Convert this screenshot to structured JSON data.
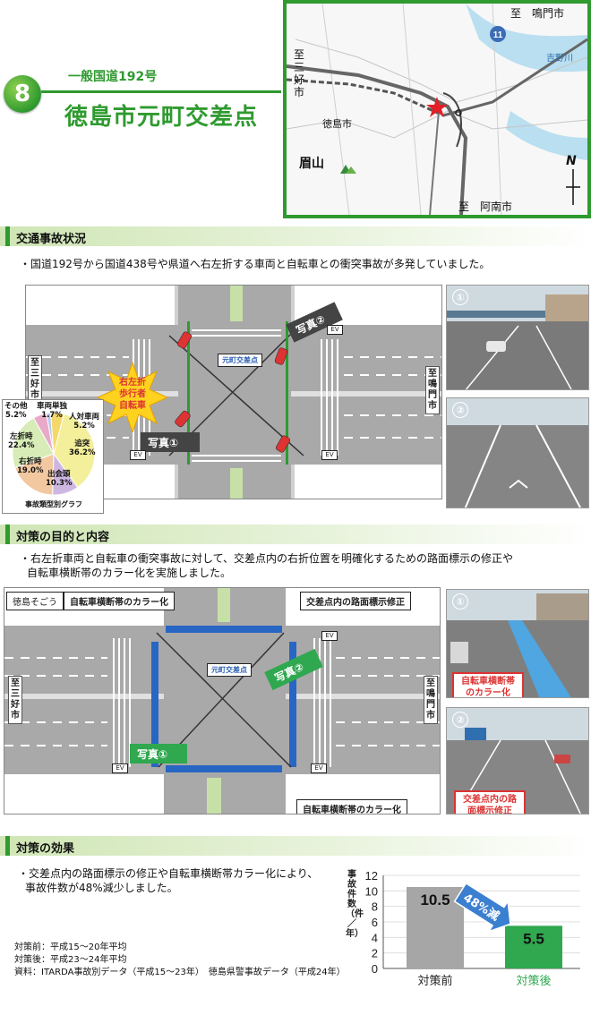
{
  "header": {
    "number": "8",
    "route": "一般国道192号",
    "title": "徳島市元町交差点"
  },
  "map": {
    "to_naruto": "至　鳴門市",
    "route_shield": "11",
    "river": "吉野川",
    "to_miyoshi": "至三好市",
    "city": "徳島市",
    "mountain": "眉山",
    "north": "N",
    "to_anan": "至　阿南市",
    "colors": {
      "marker": "#e21e26",
      "border": "#2f9a2f",
      "rail": "#555555",
      "water": "#b9dff0"
    }
  },
  "sections": {
    "situation": "交通事故状況",
    "measures": "対策の目的と内容",
    "effect": "対策の効果"
  },
  "situation": {
    "text": "・国道192号から国道438号や県道へ右左折する車両と自転車との衝突事故が多発していました。",
    "to_miyoshi": "至三好市",
    "to_naruto": "至鳴門市",
    "intersection_sign": "元町交差点",
    "burst": "右左折歩行者自転車",
    "photo1_tag": "写真①",
    "photo2_tag": "写真②",
    "photo1_num": "①",
    "photo2_num": "②",
    "ev": "EV"
  },
  "pie": {
    "caption": "事故類型別グラフ",
    "slices": [
      {
        "label": "追突",
        "value": 36.2,
        "color": "#f3ef9a"
      },
      {
        "label": "出会頭",
        "value": 10.3,
        "color": "#cdb7e0"
      },
      {
        "label": "右折時",
        "value": 19.0,
        "color": "#f2c8a0"
      },
      {
        "label": "左折時",
        "value": 22.4,
        "color": "#d7ecb7"
      },
      {
        "label": "その他",
        "value": 5.2,
        "color": "#e9a9c9"
      },
      {
        "label": "車両単独",
        "value": 1.7,
        "color": "#b9c8ea"
      },
      {
        "label": "人対車両",
        "value": 5.2,
        "color": "#f5d86a"
      }
    ],
    "labels": {
      "other": "その他",
      "other_v": "5.2%",
      "single": "車両単独",
      "single_v": "1.7%",
      "ped": "人対車両",
      "ped_v": "5.2%",
      "rear": "追突",
      "rear_v": "36.2%",
      "head": "出会頭",
      "head_v": "10.3%",
      "right": "右折時",
      "right_v": "19.0%",
      "left": "左折時",
      "left_v": "22.4%"
    }
  },
  "measures": {
    "text1": "・右左折車両と自転車の衝突事故に対して、交差点内の右折位置を明確化するための路面標示の修正や",
    "text2": "自転車横断帯のカラー化を実施しました。",
    "store": "徳島そごう",
    "callout_top_left": "自転車横断帯のカラー化",
    "callout_top_right": "交差点内の路面標示修正",
    "callout_bottom": "自転車横断帯のカラー化",
    "intersection_sign": "元町交差点",
    "photo1_tag": "写真①",
    "photo2_tag": "写真②",
    "photo1_num": "①",
    "photo2_num": "②",
    "photo1_caption": "自転車横断帯のカラー化",
    "photo2_caption": "交差点内の路面標示修正",
    "to_miyoshi": "至三好市",
    "to_naruto": "至鳴門市",
    "ev": "EV"
  },
  "effect": {
    "text1": "・交差点内の路面標示の修正や自転車横断帯カラー化により、",
    "text2": "事故件数が48%減少しました。",
    "note1": "対策前：平成15～20年平均",
    "note2": "対策後：平成23～24年平均",
    "source": "資料：ITARDA事故別データ（平成15～23年）　徳島県警事故データ（平成24年）"
  },
  "chart_data": {
    "type": "bar",
    "categories": [
      "対策前",
      "対策後"
    ],
    "values": [
      10.5,
      5.5
    ],
    "value_labels": [
      "10.5",
      "5.5"
    ],
    "ylabel": "事故件数（件／年）",
    "ylim": [
      0,
      12
    ],
    "yticks": [
      0,
      2,
      4,
      6,
      8,
      10,
      12
    ],
    "annotation": "48%減",
    "colors": [
      "#a6a6a6",
      "#2fa84f"
    ],
    "category_colors": [
      "#222222",
      "#2fa84f"
    ]
  }
}
